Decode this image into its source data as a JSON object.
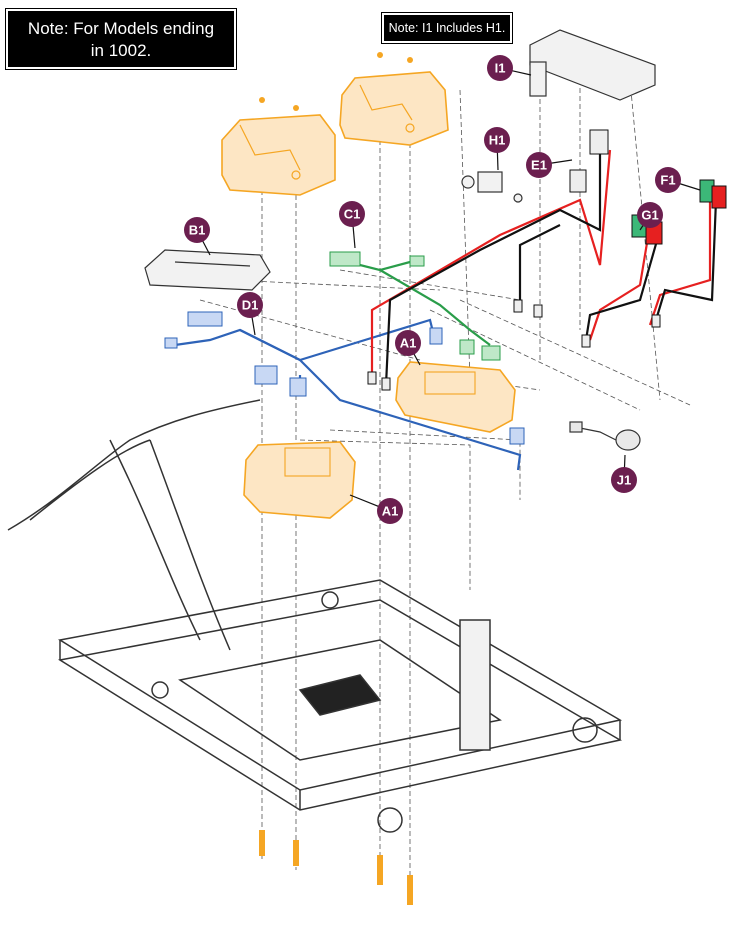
{
  "notes": {
    "models_line1": "Note: For Models ending",
    "models_line2": "in 1002.",
    "includes": "Note: I1 Includes H1."
  },
  "colors": {
    "callout": "#6b1f4f",
    "orange_part": "#f5a623",
    "red_wire": "#e62020",
    "blue_wire": "#2e63b8",
    "green_wire": "#2a9d4a",
    "frame": "#333333"
  },
  "callouts": [
    "I1",
    "H1",
    "E1",
    "F1",
    "G1",
    "B1",
    "C1",
    "D1",
    "A1",
    "A1",
    "J1"
  ]
}
